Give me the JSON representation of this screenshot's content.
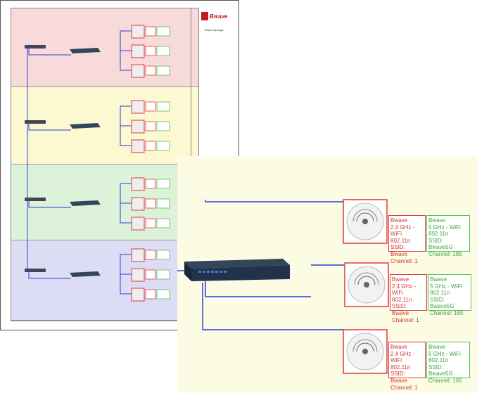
{
  "brand": {
    "logo_text": "Bwave",
    "subtitle": "Bwave Topologie",
    "accent": "#c11a25"
  },
  "colors": {
    "link": "#2a3fd6",
    "red": "#e23a3a",
    "green": "#54c254"
  },
  "access_points": [
    {
      "radio24": [
        "Bwave",
        "2.4 GHz - WiFi",
        "802.11n",
        "SSID: Bwave",
        "Channel: 1"
      ],
      "radio5": [
        "Bwave",
        "5 GHz - WiFi",
        "802.11n",
        "SSID: Bwave5G",
        "Channel: 165"
      ]
    },
    {
      "radio24": [
        "Bwave",
        "2.4 GHz - WiFi",
        "802.11n",
        "SSID: Bwave",
        "Channel: 1"
      ],
      "radio5": [
        "Bwave",
        "5 GHz - WiFi",
        "802.11n",
        "SSID: Bwave5G",
        "Channel: 165"
      ]
    },
    {
      "radio24": [
        "Bwave",
        "2.4 GHz - WiFi",
        "802.11n",
        "SSID: Bwave",
        "Channel: 1"
      ],
      "radio5": [
        "Bwave",
        "5 GHz - WiFi",
        "802.11n",
        "SSID: Bwave5G",
        "Channel: 165"
      ]
    }
  ]
}
